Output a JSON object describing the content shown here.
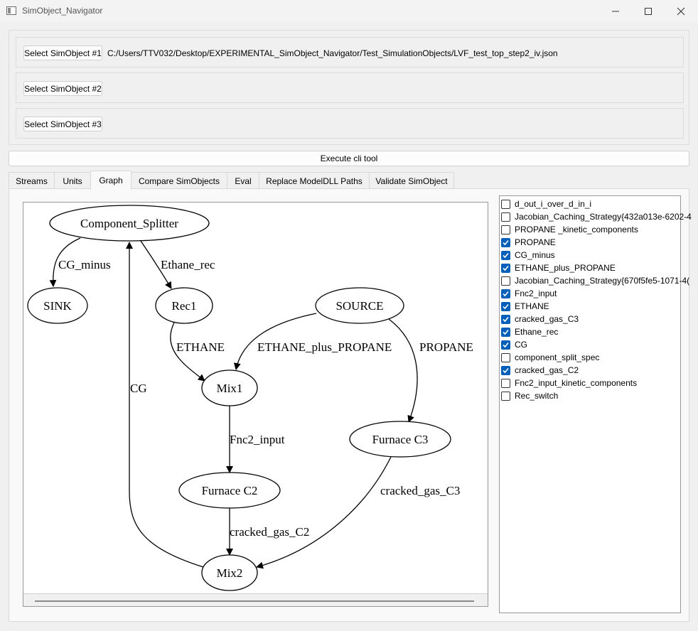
{
  "window": {
    "title": "SimObject_Navigator"
  },
  "selectors": [
    {
      "label": "Select SimObject #1",
      "path": "C:/Users/TTV032/Desktop/EXPERIMENTAL_SimObject_Navigator/Test_SimulationObjects/LVF_test_top_step2_iv.json"
    },
    {
      "label": "Select SimObject #2",
      "path": ""
    },
    {
      "label": "Select SimObject #3",
      "path": ""
    }
  ],
  "execute_label": "Execute cli tool",
  "tabs": [
    {
      "label": "Streams",
      "active": false
    },
    {
      "label": "Units",
      "active": false
    },
    {
      "label": "Graph",
      "active": true
    },
    {
      "label": "Compare SimObjects",
      "active": false
    },
    {
      "label": "Eval",
      "active": false
    },
    {
      "label": "Replace ModelDLL Paths",
      "active": false
    },
    {
      "label": "Validate SimObject",
      "active": false
    }
  ],
  "graph": {
    "nodes": {
      "component_splitter": "Component_Splitter",
      "sink": "SINK",
      "rec1": "Rec1",
      "source": "SOURCE",
      "mix1": "Mix1",
      "furnace_c3": "Furnace C3",
      "furnace_c2": "Furnace C2",
      "mix2": "Mix2"
    },
    "edges": {
      "cg_minus": "CG_minus",
      "ethane_rec": "Ethane_rec",
      "ethane": "ETHANE",
      "ethane_plus_propane": "ETHANE_plus_PROPANE",
      "propane": "PROPANE",
      "cg": "CG",
      "fnc2_input": "Fnc2_input",
      "cracked_gas_c3": "cracked_gas_C3",
      "cracked_gas_c2": "cracked_gas_C2"
    }
  },
  "variables": [
    {
      "label": "d_out_i_over_d_in_i",
      "checked": false
    },
    {
      "label": "Jacobian_Caching_Strategy{432a013e-6202-4",
      "checked": false
    },
    {
      "label": "PROPANE _kinetic_components",
      "checked": false
    },
    {
      "label": "PROPANE",
      "checked": true
    },
    {
      "label": "CG_minus",
      "checked": true
    },
    {
      "label": "ETHANE_plus_PROPANE",
      "checked": true
    },
    {
      "label": "Jacobian_Caching_Strategy{670f5fe5-1071-4(",
      "checked": false
    },
    {
      "label": "Fnc2_input",
      "checked": true
    },
    {
      "label": "ETHANE",
      "checked": true
    },
    {
      "label": "cracked_gas_C3",
      "checked": true
    },
    {
      "label": "Ethane_rec",
      "checked": true
    },
    {
      "label": "CG",
      "checked": true
    },
    {
      "label": "component_split_spec",
      "checked": false
    },
    {
      "label": "cracked_gas_C2",
      "checked": true
    },
    {
      "label": "Fnc2_input_kinetic_components",
      "checked": false
    },
    {
      "label": "Rec_switch",
      "checked": false
    }
  ],
  "colors": {
    "accent": "#005fb8"
  }
}
